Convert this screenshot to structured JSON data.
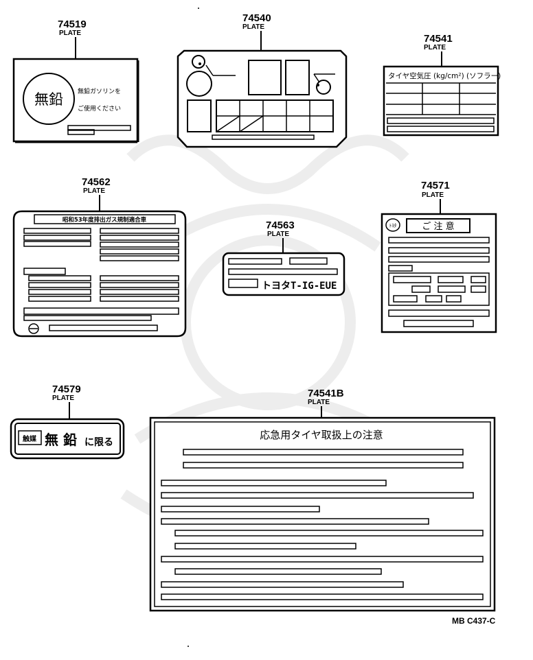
{
  "colors": {
    "ink": "#000000",
    "paper": "#ffffff"
  },
  "watermark_icon": "samurai-helmet-watermark",
  "parts": [
    {
      "id": "p1",
      "number": "74519",
      "label": "PLATE"
    },
    {
      "id": "p2",
      "number": "74540",
      "label": "PLATE"
    },
    {
      "id": "p3",
      "number": "74541",
      "label": "PLATE"
    },
    {
      "id": "p4",
      "number": "74562",
      "label": "PLATE"
    },
    {
      "id": "p5",
      "number": "74563",
      "label": "PLATE"
    },
    {
      "id": "p6",
      "number": "74571",
      "label": "PLATE"
    },
    {
      "id": "p7",
      "number": "74579",
      "label": "PLATE"
    },
    {
      "id": "p8",
      "number": "74541B",
      "label": "PLATE"
    }
  ],
  "plate_74519": {
    "circle_text": "無鉛",
    "line1": "無鉛ガソリンを",
    "line2": "ご使用ください"
  },
  "plate_74541": {
    "header": "タイヤ空気圧 (kg/cm²) (ソフラー)"
  },
  "plate_74562": {
    "title": "昭和53年度排出ガス規制適合車"
  },
  "plate_74563": {
    "code": "トヨタT-IG-EUE"
  },
  "plate_74571": {
    "emblem": "ﾄﾖﾀ",
    "title": "ご 注 意"
  },
  "plate_74579": {
    "badge": "触媒",
    "text_a": "無 鉛",
    "text_b": "に限る"
  },
  "plate_74541B": {
    "title": "応急用タイヤ取扱上の注意"
  },
  "reference_code": "MB C437-C"
}
